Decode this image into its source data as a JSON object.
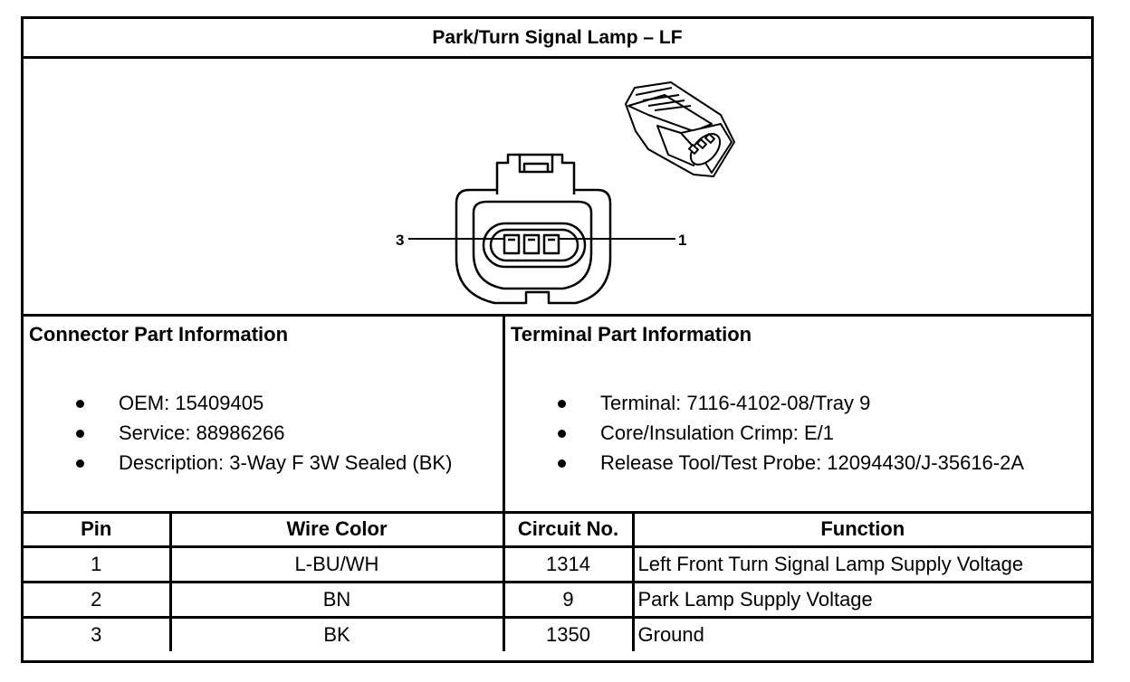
{
  "title": "Park/Turn Signal Lamp – LF",
  "diagram": {
    "pin_label_left": "3",
    "pin_label_right": "1"
  },
  "connector_info": {
    "heading": "Connector Part Information",
    "items": [
      "OEM: 15409405",
      "Service: 88986266",
      "Description: 3-Way F 3W Sealed (BK)"
    ]
  },
  "terminal_info": {
    "heading": "Terminal Part Information",
    "items": [
      "Terminal: 7116-4102-08/Tray 9",
      "Core/Insulation Crimp: E/1",
      "Release Tool/Test Probe: 12094430/J-35616-2A"
    ]
  },
  "pin_table": {
    "headers": [
      "Pin",
      "Wire Color",
      "Circuit No.",
      "Function"
    ],
    "rows": [
      [
        "1",
        "L-BU/WH",
        "1314",
        "Left Front Turn Signal Lamp Supply Voltage"
      ],
      [
        "2",
        "BN",
        "9",
        "Park Lamp Supply Voltage"
      ],
      [
        "3",
        "BK",
        "1350",
        "Ground"
      ]
    ]
  }
}
